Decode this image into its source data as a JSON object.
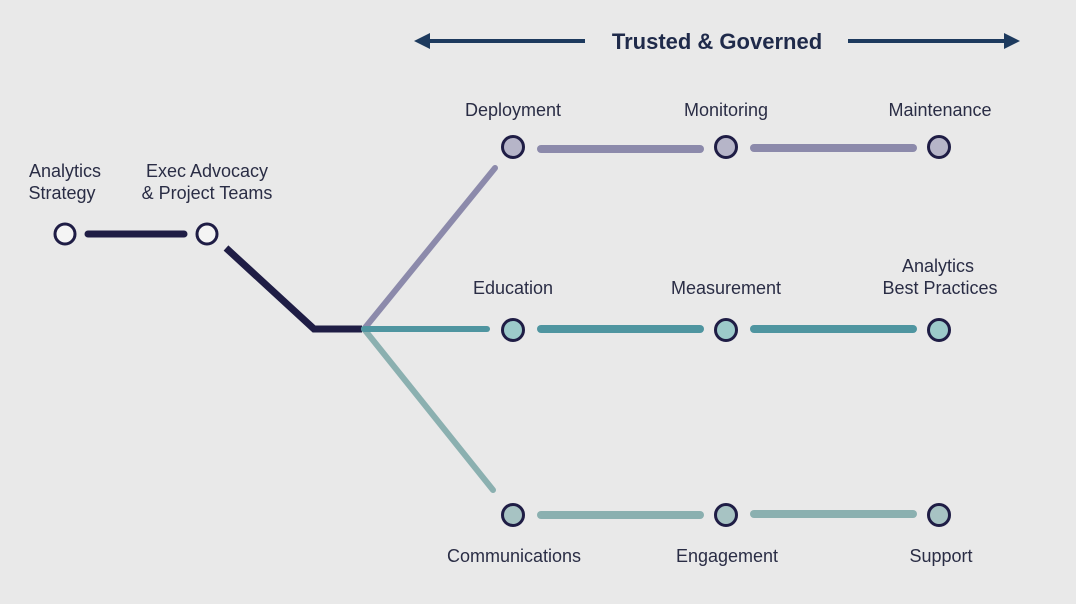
{
  "header": {
    "title": "Trusted & Governed"
  },
  "colors": {
    "background": "#e9e9e9",
    "dark": "#1f1d45",
    "arrow": "#1d3a5e",
    "top_track": "#8c8aab",
    "middle_track": "#4f95a0",
    "bottom_track": "#8bb0b0"
  },
  "start": [
    {
      "line1": "Analytics",
      "line2": "Strategy"
    },
    {
      "line1": "Exec Advocacy",
      "line2": "& Project Teams"
    }
  ],
  "tracks": {
    "top": [
      "Deployment",
      "Monitoring",
      "Maintenance"
    ],
    "middle": [
      "Education",
      "Measurement",
      {
        "line1": "Analytics",
        "line2": "Best Practices"
      }
    ],
    "bottom": [
      "Communications",
      "Engagement",
      "Support"
    ]
  }
}
